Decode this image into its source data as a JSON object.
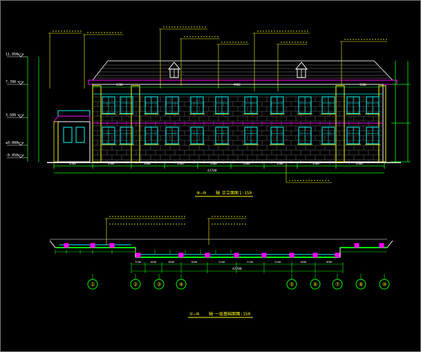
{
  "elevation": {
    "title_axes": "⑧—⑩",
    "title_char": "轴",
    "title_text": "正立面图",
    "title_scale": "1:150",
    "levels": [
      "11.950",
      "7.700",
      "3.500",
      "±0.000",
      "-0.450"
    ],
    "dims_top": [
      "1500",
      "9900",
      "1500"
    ],
    "dims_bottom": [
      "4500",
      "3300",
      "3300",
      "3300",
      "3300",
      "3300",
      "3300",
      "3300",
      "4500"
    ],
    "dim_overall": "42700"
  },
  "foundation": {
    "title_axes": "①—⑩",
    "title_char": "轴",
    "title_text": "一层基础面图",
    "title_scale": "1:150",
    "axis_labels": [
      "①",
      "②",
      "③",
      "④",
      "⑤",
      "⑥",
      "⑦",
      "⑧",
      "⑩"
    ],
    "dims": [
      "1200",
      "1800",
      "1800",
      "1800",
      "2100",
      "2100",
      "2100",
      "1800",
      "1800",
      "1800",
      "1200"
    ],
    "dim_overall": "42700"
  },
  "colors": {
    "background": "#000000",
    "outline": "#ffffff",
    "dim_line": "#00ff00",
    "callout": "#ffff00",
    "window": "#00ffff",
    "roof": "#c8c8c8",
    "eave": "#ff00ff",
    "column": "#ff00ff",
    "text": "#ffffff"
  }
}
